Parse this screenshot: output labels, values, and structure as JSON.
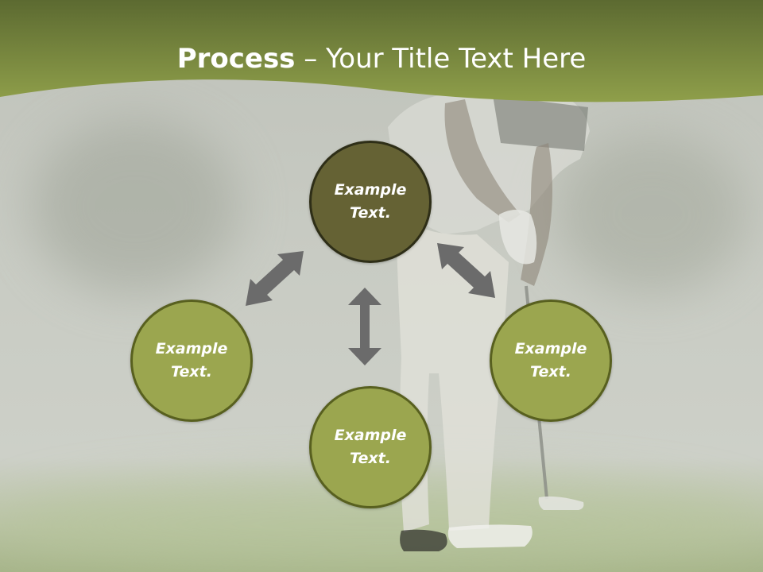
{
  "slide": {
    "title_bold": "Process",
    "title_rest": " – Your Title Text Here"
  },
  "nodes": {
    "top": "Example Text.",
    "left": "Example Text.",
    "right": "Example Text.",
    "bottom": "Example Text."
  },
  "colors": {
    "header_top": "#5c6a31",
    "header_bottom": "#8f9f4a",
    "center_fill": "#656234",
    "outer_fill": "#9ba64f",
    "arrow": "#6b6b6b"
  },
  "icons": {
    "arrow_shape": "double-headed-arrow"
  }
}
